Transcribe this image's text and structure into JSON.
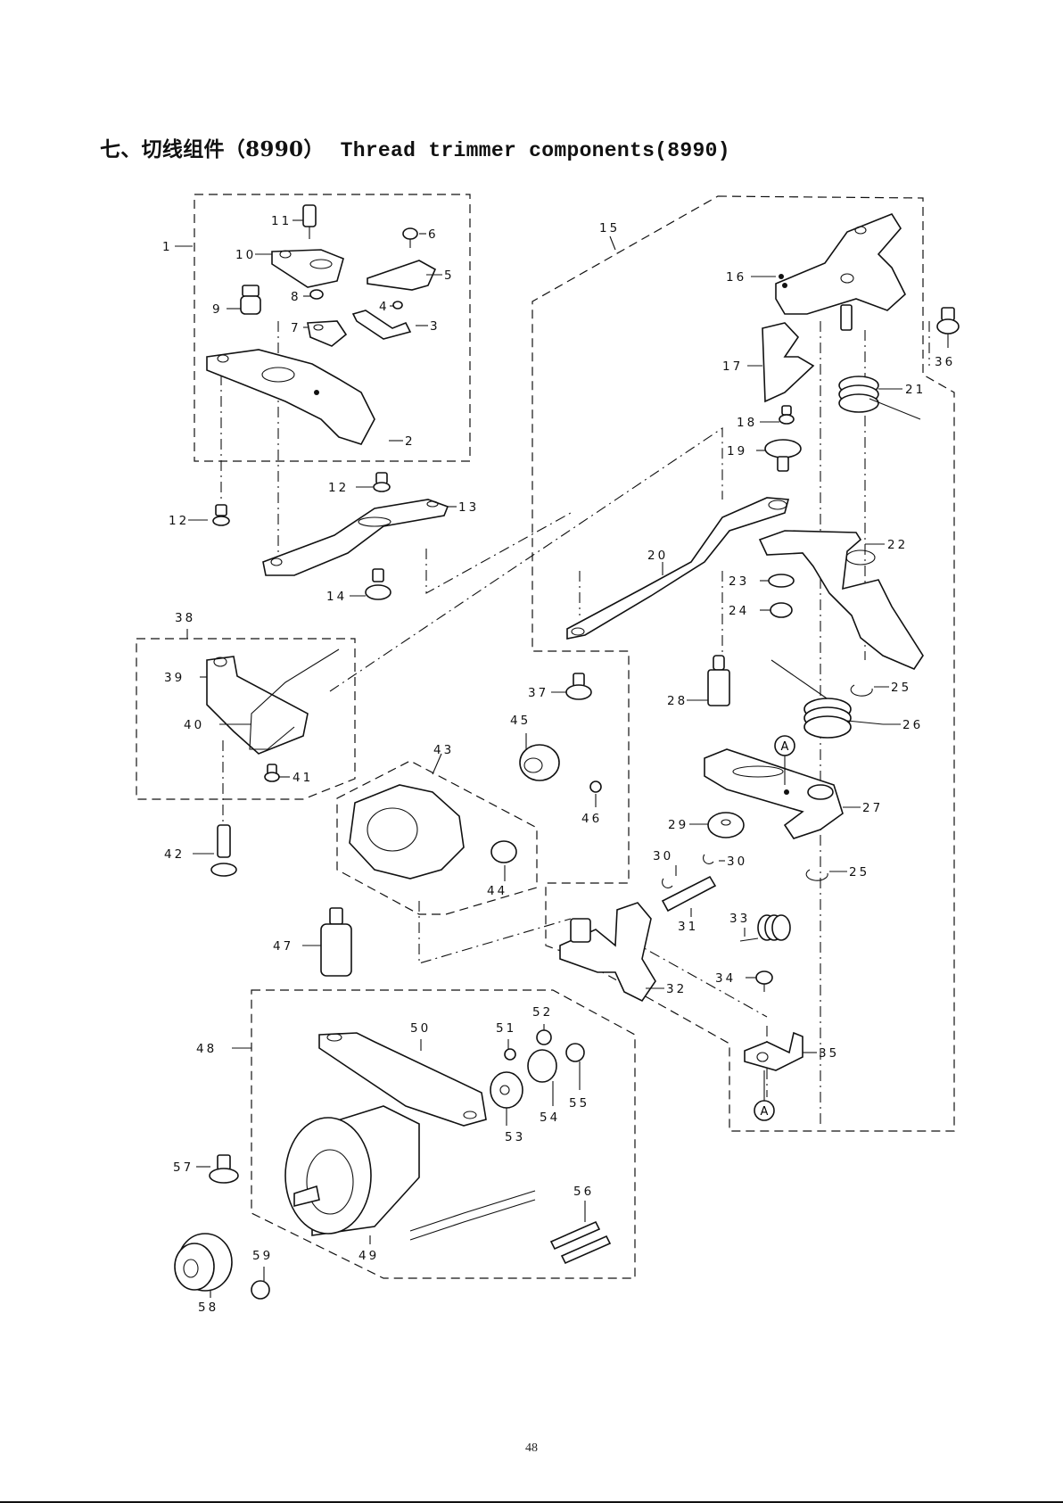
{
  "document": {
    "title_cn": "七、切线组件（8990）",
    "title_en": "Thread trimmer components(8990)",
    "page_number": "48"
  },
  "callouts": {
    "c1": "1",
    "c2": "2",
    "c3": "3",
    "c4": "4",
    "c5": "5",
    "c6": "6",
    "c7": "7",
    "c8": "8",
    "c9": "9",
    "c10": "10",
    "c11": "11",
    "c12a": "12",
    "c12b": "12",
    "c13": "13",
    "c14": "14",
    "c15": "15",
    "c16": "16",
    "c17": "17",
    "c18": "18",
    "c19": "19",
    "c20": "20",
    "c21": "21",
    "c22": "22",
    "c23": "23",
    "c24": "24",
    "c25a": "25",
    "c25b": "25",
    "c26": "26",
    "c27": "27",
    "c28": "28",
    "c29": "29",
    "c30a": "30",
    "c30b": "30",
    "c31": "31",
    "c32": "32",
    "c33": "33",
    "c34": "34",
    "c35": "35",
    "c36": "36",
    "c37": "37",
    "c38": "38",
    "c39": "39",
    "c40": "40",
    "c41": "41",
    "c42": "42",
    "c43": "43",
    "c44": "44",
    "c45": "45",
    "c46": "46",
    "c47": "47",
    "c48": "48",
    "c49": "49",
    "c50": "50",
    "c51": "51",
    "c52": "52",
    "c53": "53",
    "c54": "54",
    "c55": "55",
    "c56": "56",
    "c57": "57",
    "c58": "58",
    "c59": "59",
    "refA1": "A",
    "refA2": "A"
  }
}
